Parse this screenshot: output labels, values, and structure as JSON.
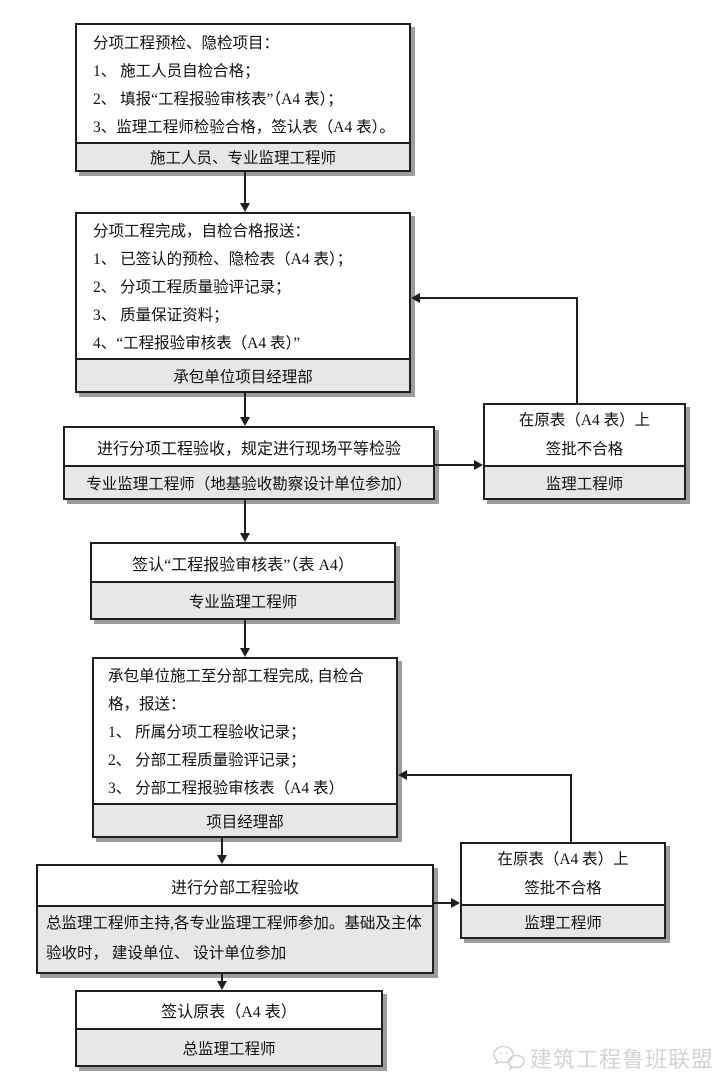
{
  "colors": {
    "border": "#1f1f1f",
    "box_fill": "#ffffff",
    "footer_fill": "#e7e7e7",
    "shadow": "#9d9d9d",
    "watermark": "#d4d4d4"
  },
  "nodes": {
    "precheck": {
      "lines": [
        "分项工程预检、隐检项目：",
        "1、 施工人员自检合格；",
        "2、 填报“工程报验审核表”（A4 表）；",
        "3、监理工程师检验合格，签认表（A4 表）。"
      ],
      "footer": "施工人员、专业监理工程师"
    },
    "subitem_submit": {
      "lines": [
        "分项工程完成，自检合格报送：",
        "1、 已签认的预检、隐检表（A4 表）；",
        "2、 分项工程质量验评记录；",
        "3、 质量保证资料；",
        "4、“工程报验审核表（A4 表）”"
      ],
      "footer": "承包单位项目经理部"
    },
    "subitem_acceptance": {
      "title": "进行分项工程验收，规定进行现场平等检验",
      "footer": "专业监理工程师（地基验收勘察设计单位参加）"
    },
    "reject_subitem": {
      "lines": [
        "在原表（A4 表）上",
        "签批不合格"
      ],
      "footer": "监理工程师"
    },
    "sign_a4": {
      "title": "签认“工程报验审核表”（表 A4）",
      "footer": "专业监理工程师"
    },
    "division_submit": {
      "lines": [
        "承包单位施工至分部工程完成, 自检合",
        "格，报送：",
        "1、 所属分项工程验收记录；",
        "2、 分部工程质量验评记录；",
        "3、 分部工程报验审核表（A4 表）"
      ],
      "footer": "项目经理部"
    },
    "division_acceptance": {
      "title": "进行分部工程验收",
      "footer": "总监理工程师主持,各专业监理工程师参加。基础及主体验收时， 建设单位、 设计单位参加"
    },
    "reject_division": {
      "lines": [
        "在原表（A4 表）上",
        "签批不合格"
      ],
      "footer": "监理工程师"
    },
    "sign_original": {
      "title": "签认原表（A4 表）",
      "footer": "总监理工程师"
    }
  },
  "watermark": {
    "label": "建筑工程鲁班联盟",
    "icon": "wechat-icon"
  }
}
